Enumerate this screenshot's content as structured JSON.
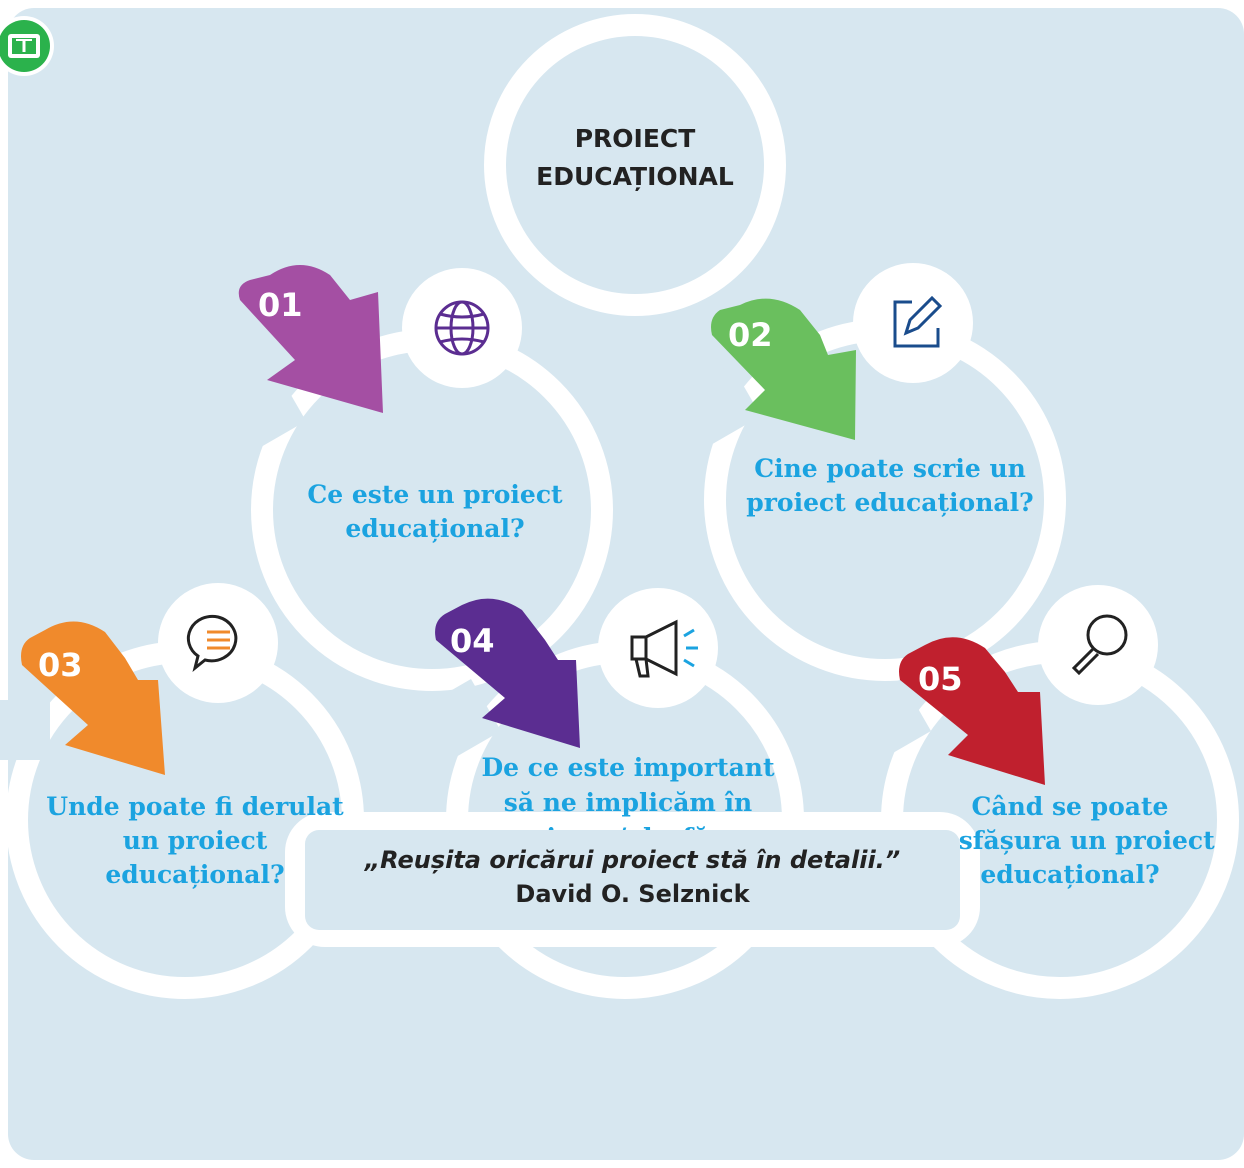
{
  "title_lines": [
    "PROIECT",
    "EDUCAȚIONAL"
  ],
  "steps": [
    {
      "number": "01",
      "color": "#a44fa3",
      "icon": "globe-icon",
      "question": "Ce este un proiect educațional?"
    },
    {
      "number": "02",
      "color": "#6abf5e",
      "icon": "pencil-square-icon",
      "question": "Cine poate scrie un proiect educațional?"
    },
    {
      "number": "03",
      "color": "#f08a2c",
      "icon": "chat-bubble-icon",
      "question": "Unde poate fi derulat un proiect educațional?"
    },
    {
      "number": "04",
      "color": "#5b2d91",
      "icon": "megaphone-icon",
      "question": "De ce este important să ne implicăm în scrierea/ desfășu-rarea unui proiect educațional?"
    },
    {
      "number": "05",
      "color": "#c0202e",
      "icon": "magnifier-icon",
      "question": "Când se poate desfășura un proiect educațional?"
    }
  ],
  "quote": {
    "text": "„Reușita oricărui proiect stă în detalii.”",
    "author": "David O. Selznick"
  },
  "colors": {
    "panel": "#d7e7f0",
    "question_text": "#1ba3e0",
    "badge_green": "#2bb24c"
  }
}
